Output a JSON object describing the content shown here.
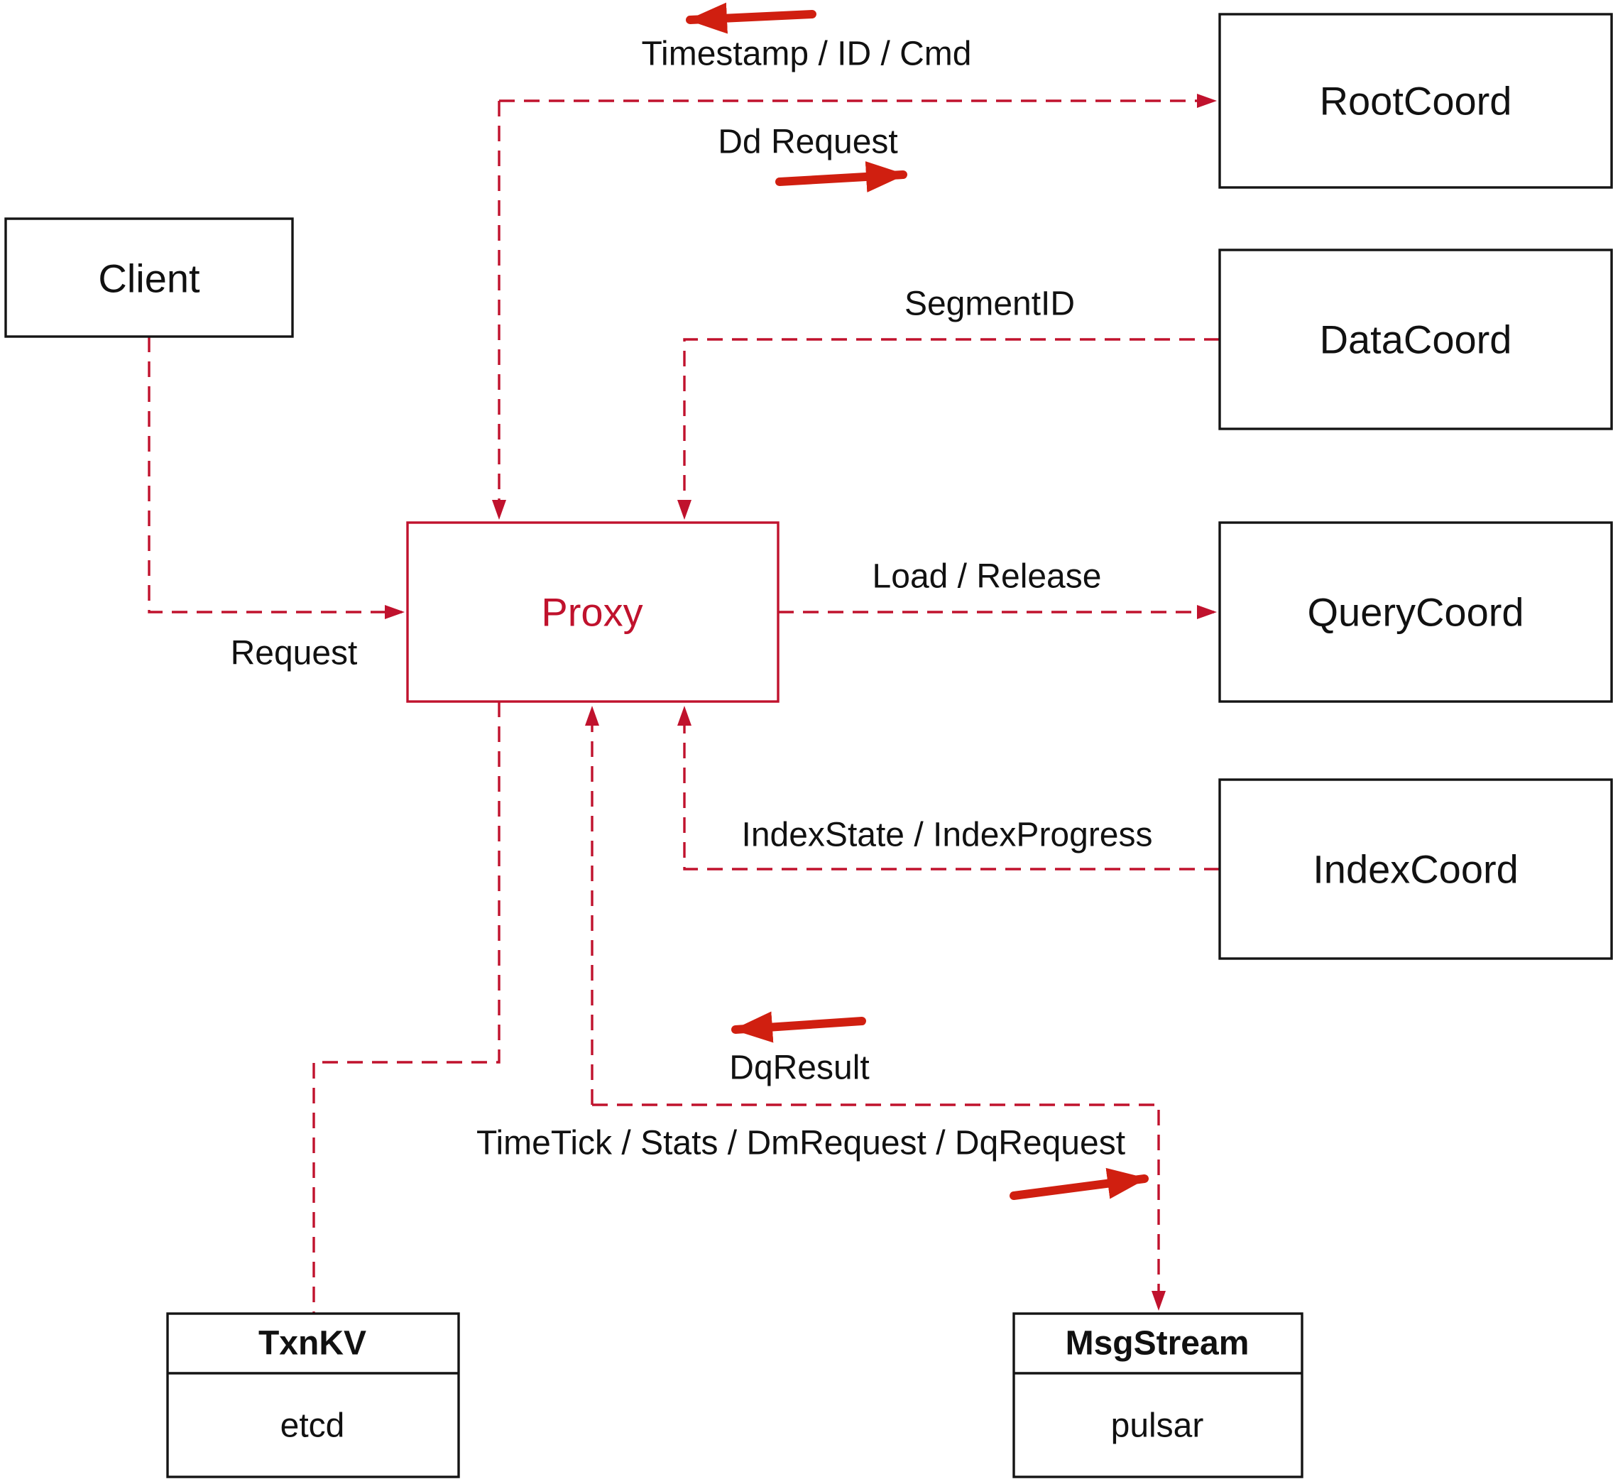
{
  "colors": {
    "line": "#c0122d",
    "arrow": "#d01f10",
    "border": "#141414",
    "text": "#111111",
    "background": "#ffffff"
  },
  "diagram": {
    "nodes": {
      "client": {
        "label": "Client"
      },
      "root_coord": {
        "label": "RootCoord"
      },
      "data_coord": {
        "label": "DataCoord"
      },
      "query_coord": {
        "label": "QueryCoord"
      },
      "index_coord": {
        "label": "IndexCoord"
      },
      "proxy": {
        "label": "Proxy"
      },
      "txn_kv": {
        "label": "TxnKV",
        "sublabel": "etcd"
      },
      "msg_stream": {
        "label": "MsgStream",
        "sublabel": "pulsar"
      }
    },
    "edge_labels": {
      "timestamp_id_cmd": "Timestamp / ID / Cmd",
      "dd_request": "Dd Request",
      "segment_id": "SegmentID",
      "load_release": "Load / Release",
      "index_state": "IndexState / IndexProgress",
      "request": "Request",
      "dq_result": "DqResult",
      "time_tick": "TimeTick / Stats / DmRequest / DqRequest"
    }
  }
}
